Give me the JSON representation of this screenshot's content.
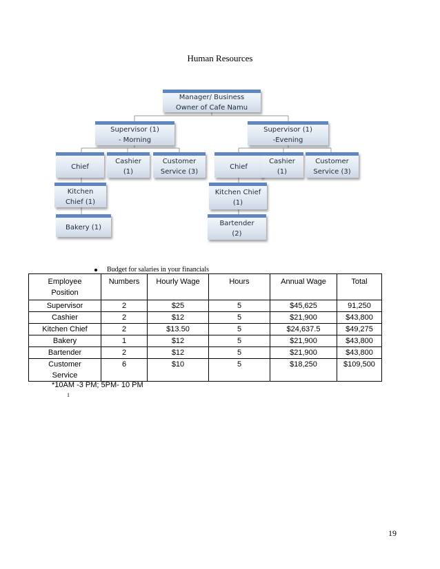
{
  "title": "Human Resources",
  "org_chart": {
    "manager": "Manager/ Business\nOwner of Cafe Namu",
    "morning": {
      "supervisor": "Supervisor (1)\n- Morning",
      "chief": "Chief",
      "cashier": "Cashier\n(1)",
      "customer_service": "Customer\nService (3)",
      "kitchen_chief": "Kitchen\nChief (1)",
      "bakery": "Bakery (1)"
    },
    "evening": {
      "supervisor": "Supervisor (1)\n-Evening",
      "chief": "Chief",
      "cashier": "Cashier\n(1)",
      "customer_service": "Customer\nService (3)",
      "kitchen_chief": "Kitchen Chief\n(1)",
      "bartender": "Bartender\n(2)"
    }
  },
  "budget_note": "Budget for salaries in your financials",
  "table": {
    "headers": [
      "Employee\nPosition",
      "Numbers",
      "Hourly Wage",
      "Hours",
      "Annual Wage",
      "Total"
    ],
    "rows": [
      [
        "Supervisor",
        "2",
        "$25",
        "5",
        "$45,625",
        "91,250"
      ],
      [
        "Cashier",
        "2",
        "$12",
        "5",
        "$21,900",
        "$43,800"
      ],
      [
        "Kitchen Chief",
        "2",
        "$13.50",
        "5",
        "$24,637.5",
        "$49,275"
      ],
      [
        "Bakery",
        "1",
        "$12",
        "5",
        "$21,900",
        "$43,800"
      ],
      [
        "Bartender",
        "2",
        "$12",
        "5",
        "$21,900",
        "$43,800"
      ],
      [
        "Customer\nService",
        "6",
        "$10",
        "5",
        "$18,250",
        "$109,500"
      ]
    ]
  },
  "hours_note": "*10AM -3 PM; 5PM- 10 PM",
  "footnote_marker": "1",
  "page_number": "19",
  "colors": {
    "box_border": "#5f86c1",
    "box_fill": "#dfe7f1",
    "line": "#9a9a9a"
  }
}
